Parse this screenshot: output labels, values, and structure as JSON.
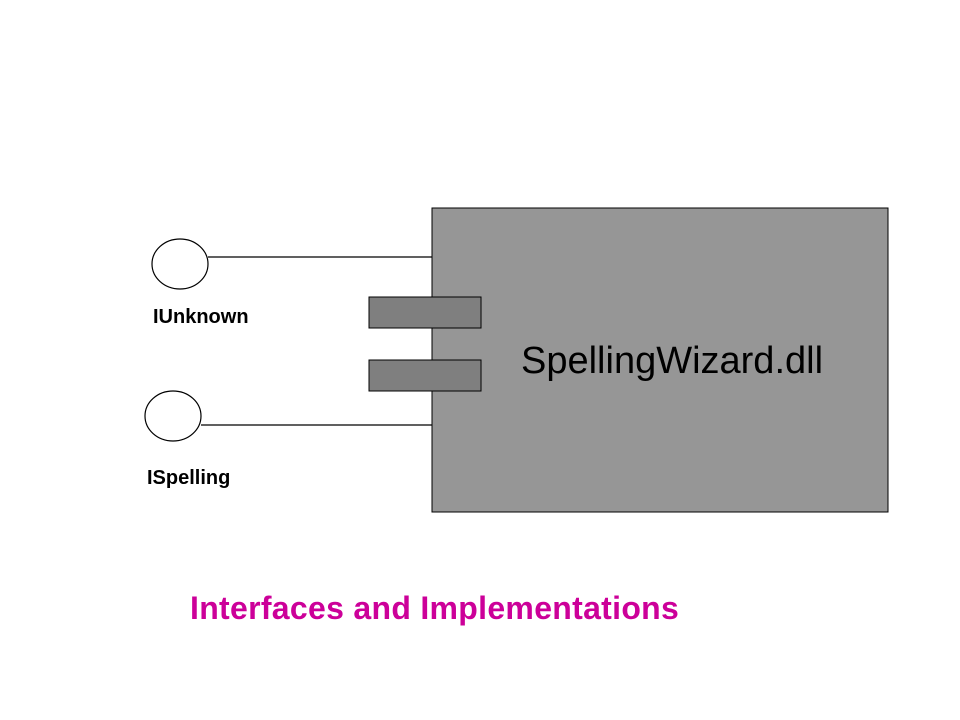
{
  "diagram": {
    "interfaces": [
      {
        "label": "IUnknown"
      },
      {
        "label": "ISpelling"
      }
    ],
    "component": {
      "label": "SpellingWizard.dll"
    },
    "caption": "Interfaces and Implementations"
  },
  "colors": {
    "component_fill": "#969696",
    "port_fill": "#7f7f7f",
    "caption": "#cc0099",
    "line": "#000000"
  }
}
